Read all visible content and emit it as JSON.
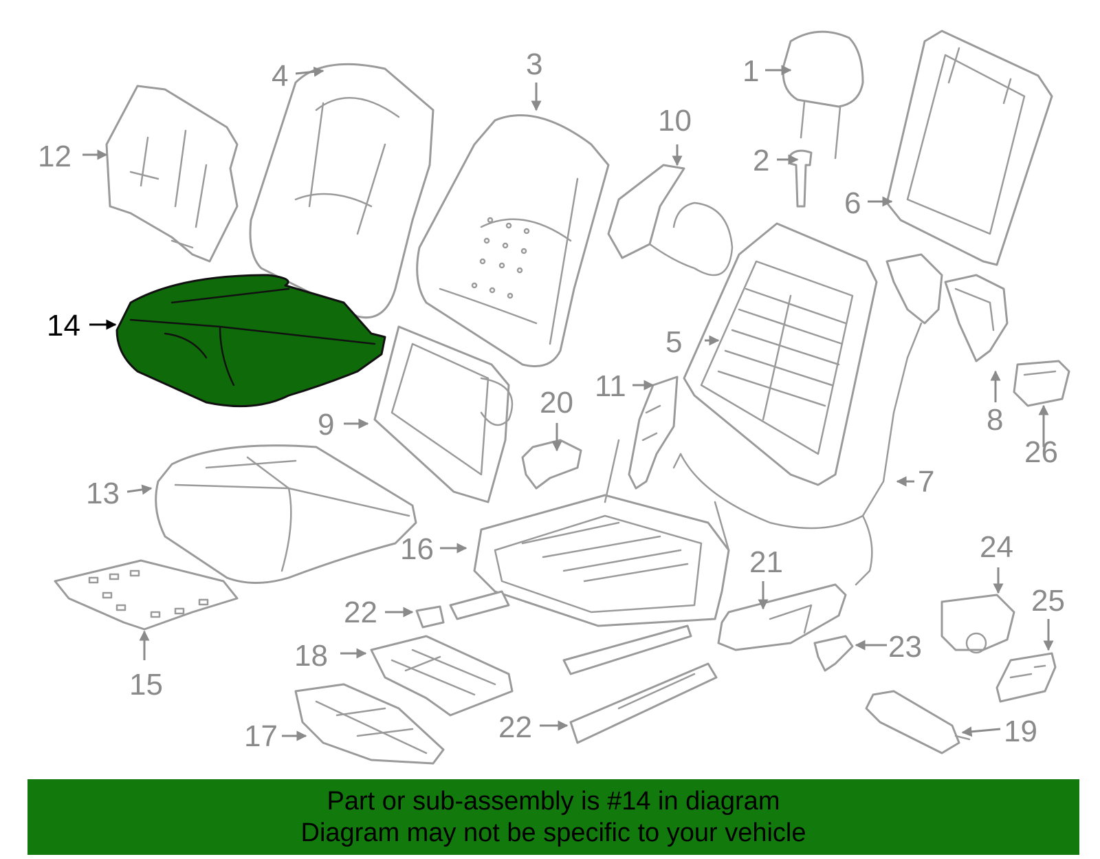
{
  "diagram": {
    "highlighted_part": "14",
    "colors": {
      "highlight_fill": "#0f6b0a",
      "banner_background": "#127a0c",
      "part_outline": "#9a9a9a",
      "callout_text": "#8a8a8a"
    },
    "callouts": {
      "c1": "1",
      "c2": "2",
      "c3": "3",
      "c4": "4",
      "c5": "5",
      "c6": "6",
      "c7": "7",
      "c8": "8",
      "c9": "9",
      "c10": "10",
      "c11": "11",
      "c12": "12",
      "c13": "13",
      "c14": "14",
      "c15": "15",
      "c16": "16",
      "c17": "17",
      "c18": "18",
      "c19": "19",
      "c20": "20",
      "c21": "21",
      "c22a": "22",
      "c22b": "22",
      "c23": "23",
      "c24": "24",
      "c25": "25",
      "c26": "26"
    }
  },
  "banner": {
    "line1": "Part or sub-assembly is #14 in diagram",
    "line2": "Diagram may not be specific to your vehicle"
  }
}
